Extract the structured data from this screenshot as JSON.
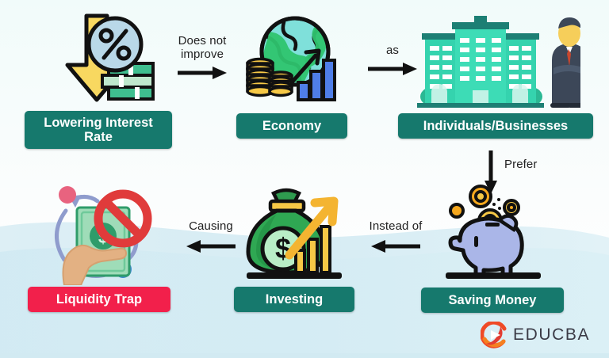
{
  "infographic": {
    "title_alt": "Liquidity Trap flow diagram",
    "theme": {
      "box_green": "#16796d",
      "box_red": "#f2204b",
      "label_text": "#ffffff",
      "connector_text": "#222222",
      "arrow": "#111111",
      "background_top": "#f4fbfb",
      "background_wave": "#d9edf3",
      "brand_accent": "#f0522a",
      "brand_text": "#3b3b46"
    },
    "nodes": [
      {
        "id": "lowering-interest-rate",
        "label": "Lowering Interest\nRate",
        "icon": "down-arrow-percent-coins-icon",
        "box_color": "#16796d",
        "text_color": "#ffffff"
      },
      {
        "id": "economy",
        "label": "Economy",
        "icon": "globe-coins-growth-chart-icon",
        "box_color": "#16796d",
        "text_color": "#ffffff"
      },
      {
        "id": "individuals-businesses",
        "label": "Individuals/Businesses",
        "icon": "office-building-businessman-icon",
        "box_color": "#16796d",
        "text_color": "#ffffff"
      },
      {
        "id": "saving-money",
        "label": "Saving Money",
        "icon": "piggy-bank-coins-icon",
        "box_color": "#16796d",
        "text_color": "#ffffff"
      },
      {
        "id": "investing",
        "label": "Investing",
        "icon": "money-bag-growth-chart-icon",
        "box_color": "#16796d",
        "text_color": "#ffffff"
      },
      {
        "id": "liquidity-trap",
        "label": "Liquidity Trap",
        "icon": "hand-cash-blocked-icon",
        "box_color": "#f2204b",
        "text_color": "#ffffff"
      }
    ],
    "connectors": [
      {
        "id": "lowering-to-economy",
        "label": "Does not\nimprove",
        "direction": "right",
        "from": "lowering-interest-rate",
        "to": "economy"
      },
      {
        "id": "economy-to-individuals",
        "label": "as",
        "direction": "right",
        "from": "economy",
        "to": "individuals-businesses"
      },
      {
        "id": "individuals-to-saving",
        "label": "Prefer",
        "direction": "down",
        "from": "individuals-businesses",
        "to": "saving-money"
      },
      {
        "id": "saving-to-investing",
        "label": "Instead of",
        "direction": "left",
        "from": "saving-money",
        "to": "investing"
      },
      {
        "id": "investing-to-liquidity-trap",
        "label": "Causing",
        "direction": "left",
        "from": "investing",
        "to": "liquidity-trap"
      }
    ],
    "brand": {
      "name": "EDUCBA",
      "logo_icon": "educba-play-circle-logo"
    }
  }
}
